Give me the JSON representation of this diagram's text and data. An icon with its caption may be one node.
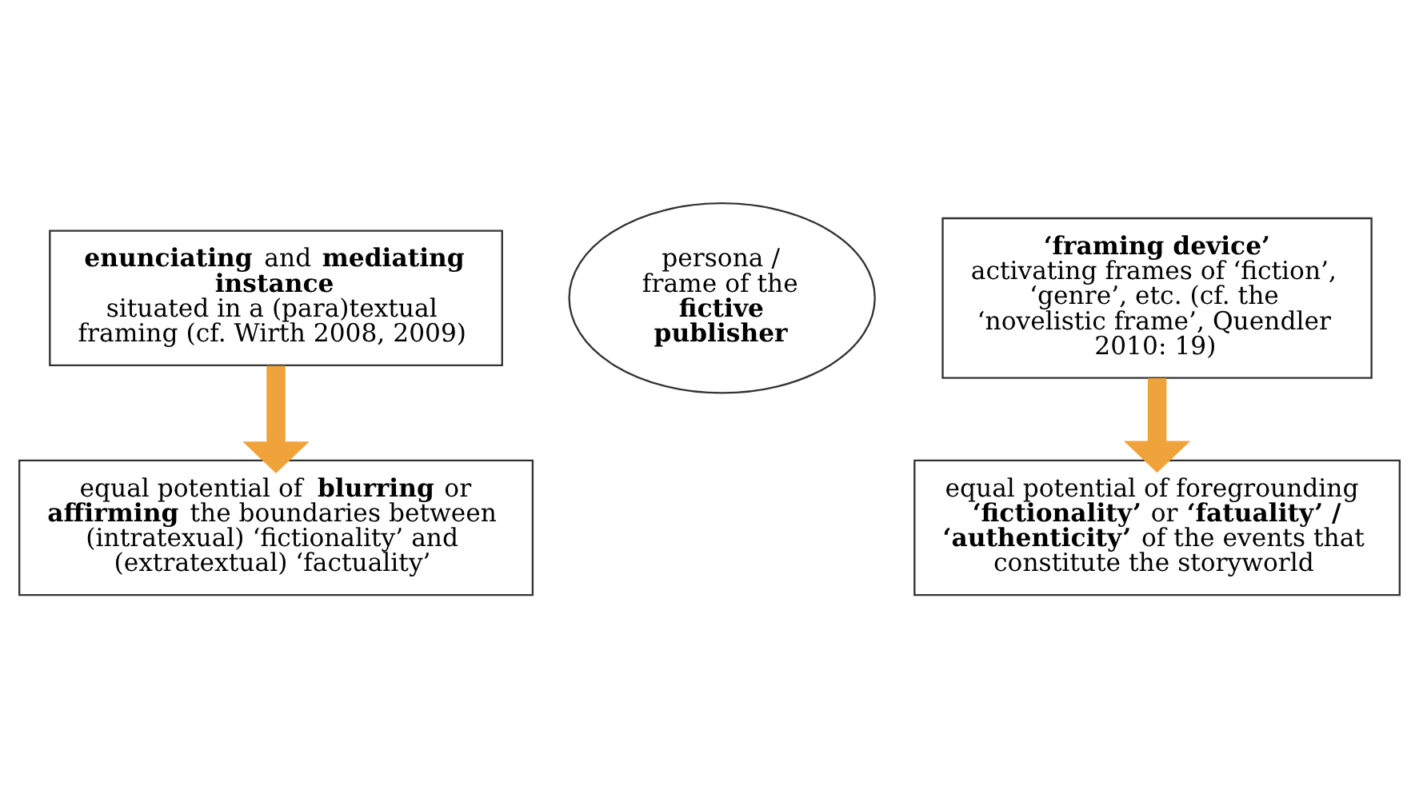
{
  "diagram": {
    "nodes": [
      {
        "text": [
          "**enunciating** and **mediating instance**",
          "situated in a (para)textual framing (cf. Wirth 2008, 2009)"
        ]
      },
      {
        "text": [
          "‘framing device’",
          "activating frames of ‘fiction’, ‘genre’, etc. (cf. the ‘novelistic frame’, Quendler 2010: 19)"
        ]
      },
      {
        "text": [
          "persona / frame of the **fictive publisher**"
        ]
      },
      {
        "text": [
          "equal potential of **blurring** or **affirming** the boundaries between (intratexual) ‘fictionality’ and (extratextual) ‘factuality’"
        ]
      },
      {
        "text": [
          "equal potential of foregrounding **‘fictionality’** or **‘fatuality’ / ‘authenticity’** of the events that constitute the storyworld"
        ]
      }
    ],
    "edges": [
      {
        "from": 0,
        "to": 3,
        "arrow": "to"
      },
      {
        "from": 1,
        "to": 4,
        "arrow": "to"
      }
    ]
  }
}
